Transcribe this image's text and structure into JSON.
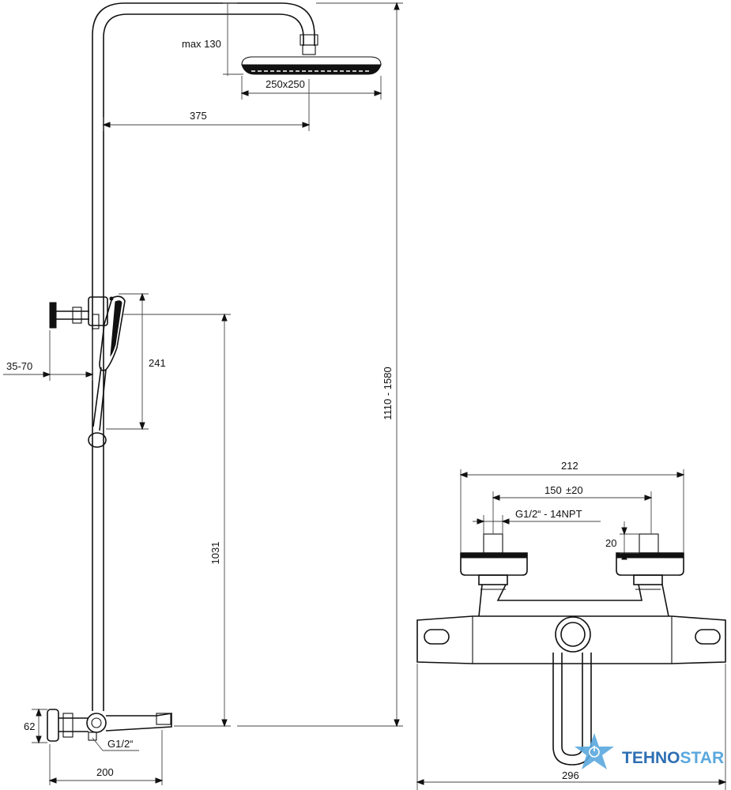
{
  "dimensions": {
    "max_130": "max 130",
    "head_size": "250x250",
    "arm_length": "375",
    "wall_bracket": "35-70",
    "hand_shower": "241",
    "slider_height": "1031",
    "total_height": "1110 - 1580",
    "mixer_width": "212",
    "inlet_spacing": "150",
    "inlet_tolerance": "±20",
    "thread": "G1/2“ - 14NPT",
    "connector_20": "20",
    "spout_62": "62",
    "bottom_thread": "G1/2“",
    "bottom_200": "200",
    "mixer_296": "296"
  },
  "brand": {
    "part1": "TEHNO",
    "part2": "STAR",
    "color_dark": "#2f6fb3",
    "color_light": "#5aa8de"
  }
}
